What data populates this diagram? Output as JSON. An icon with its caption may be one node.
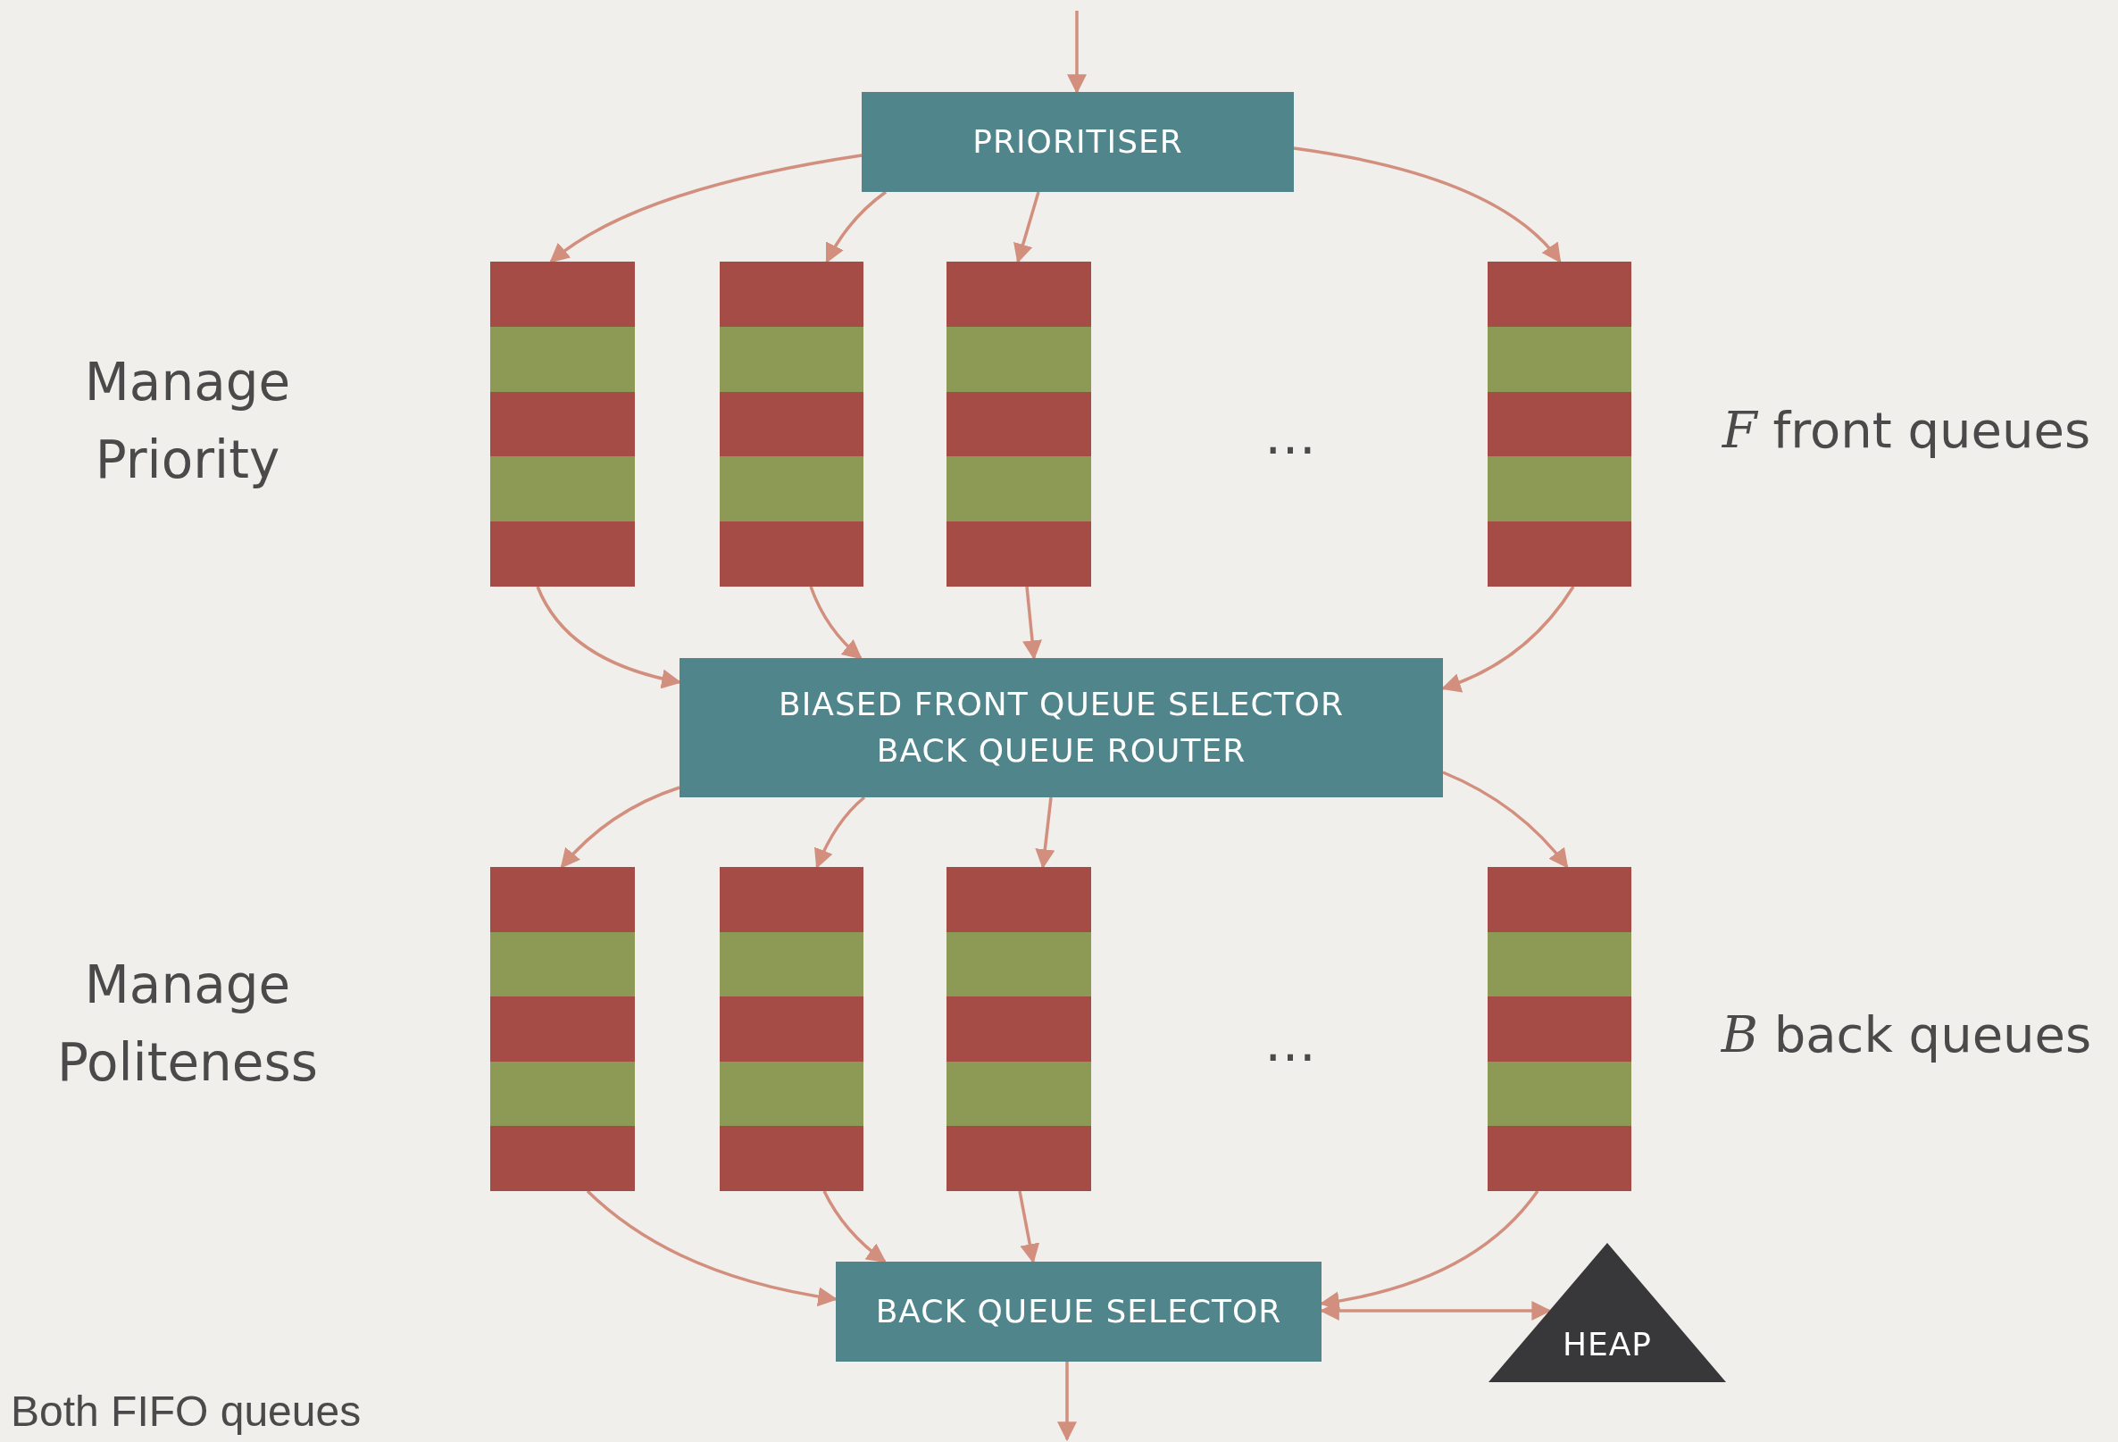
{
  "diagram": {
    "nodes": [
      {
        "text": [
          "PRIORITISER"
        ]
      },
      {
        "text": [],
        "shape": "box"
      },
      {
        "text": [],
        "shape": "box"
      },
      {
        "text": [],
        "shape": "box"
      },
      {
        "text": [],
        "shape": "box"
      },
      {
        "text": [
          "BIASED FRONT QUEUE SELECTOR",
          "BACK QUEUE ROUTER"
        ]
      },
      {
        "text": [],
        "shape": "box"
      },
      {
        "text": [],
        "shape": "box"
      },
      {
        "text": [],
        "shape": "box"
      },
      {
        "text": [],
        "shape": "box"
      },
      {
        "text": [
          "BACK QUEUE SELECTOR"
        ]
      },
      {
        "text": [
          "HEAP"
        ]
      }
    ],
    "edges": [
      {
        "from": null,
        "to": 0,
        "arrow": "to"
      },
      {
        "from": 0,
        "to": 1,
        "arrow": "to"
      },
      {
        "from": 0,
        "to": 2,
        "arrow": "to"
      },
      {
        "from": 0,
        "to": 3,
        "arrow": "to"
      },
      {
        "from": 0,
        "to": 4,
        "arrow": "to"
      },
      {
        "from": 1,
        "to": 5,
        "arrow": "to"
      },
      {
        "from": 2,
        "to": 5,
        "arrow": "to"
      },
      {
        "from": 3,
        "to": 5,
        "arrow": "to"
      },
      {
        "from": 4,
        "to": 5,
        "arrow": "to"
      },
      {
        "from": 5,
        "to": 6,
        "arrow": "to"
      },
      {
        "from": 5,
        "to": 7,
        "arrow": "to"
      },
      {
        "from": 5,
        "to": 8,
        "arrow": "to"
      },
      {
        "from": 5,
        "to": 9,
        "arrow": "to"
      },
      {
        "from": 6,
        "to": 10,
        "arrow": "to"
      },
      {
        "from": 7,
        "to": 10,
        "arrow": "to"
      },
      {
        "from": 8,
        "to": 10,
        "arrow": "to"
      },
      {
        "from": 9,
        "to": 10,
        "arrow": "to"
      },
      {
        "from": 10,
        "to": 11,
        "arrow": "both"
      },
      {
        "from": 10,
        "to": null,
        "arrow": "to"
      }
    ],
    "labels": [
      "Manage Priority",
      "…",
      "*F* front queues",
      "Manage Politeness",
      "…",
      "*B* back queues",
      "Both FIFO queues"
    ]
  }
}
